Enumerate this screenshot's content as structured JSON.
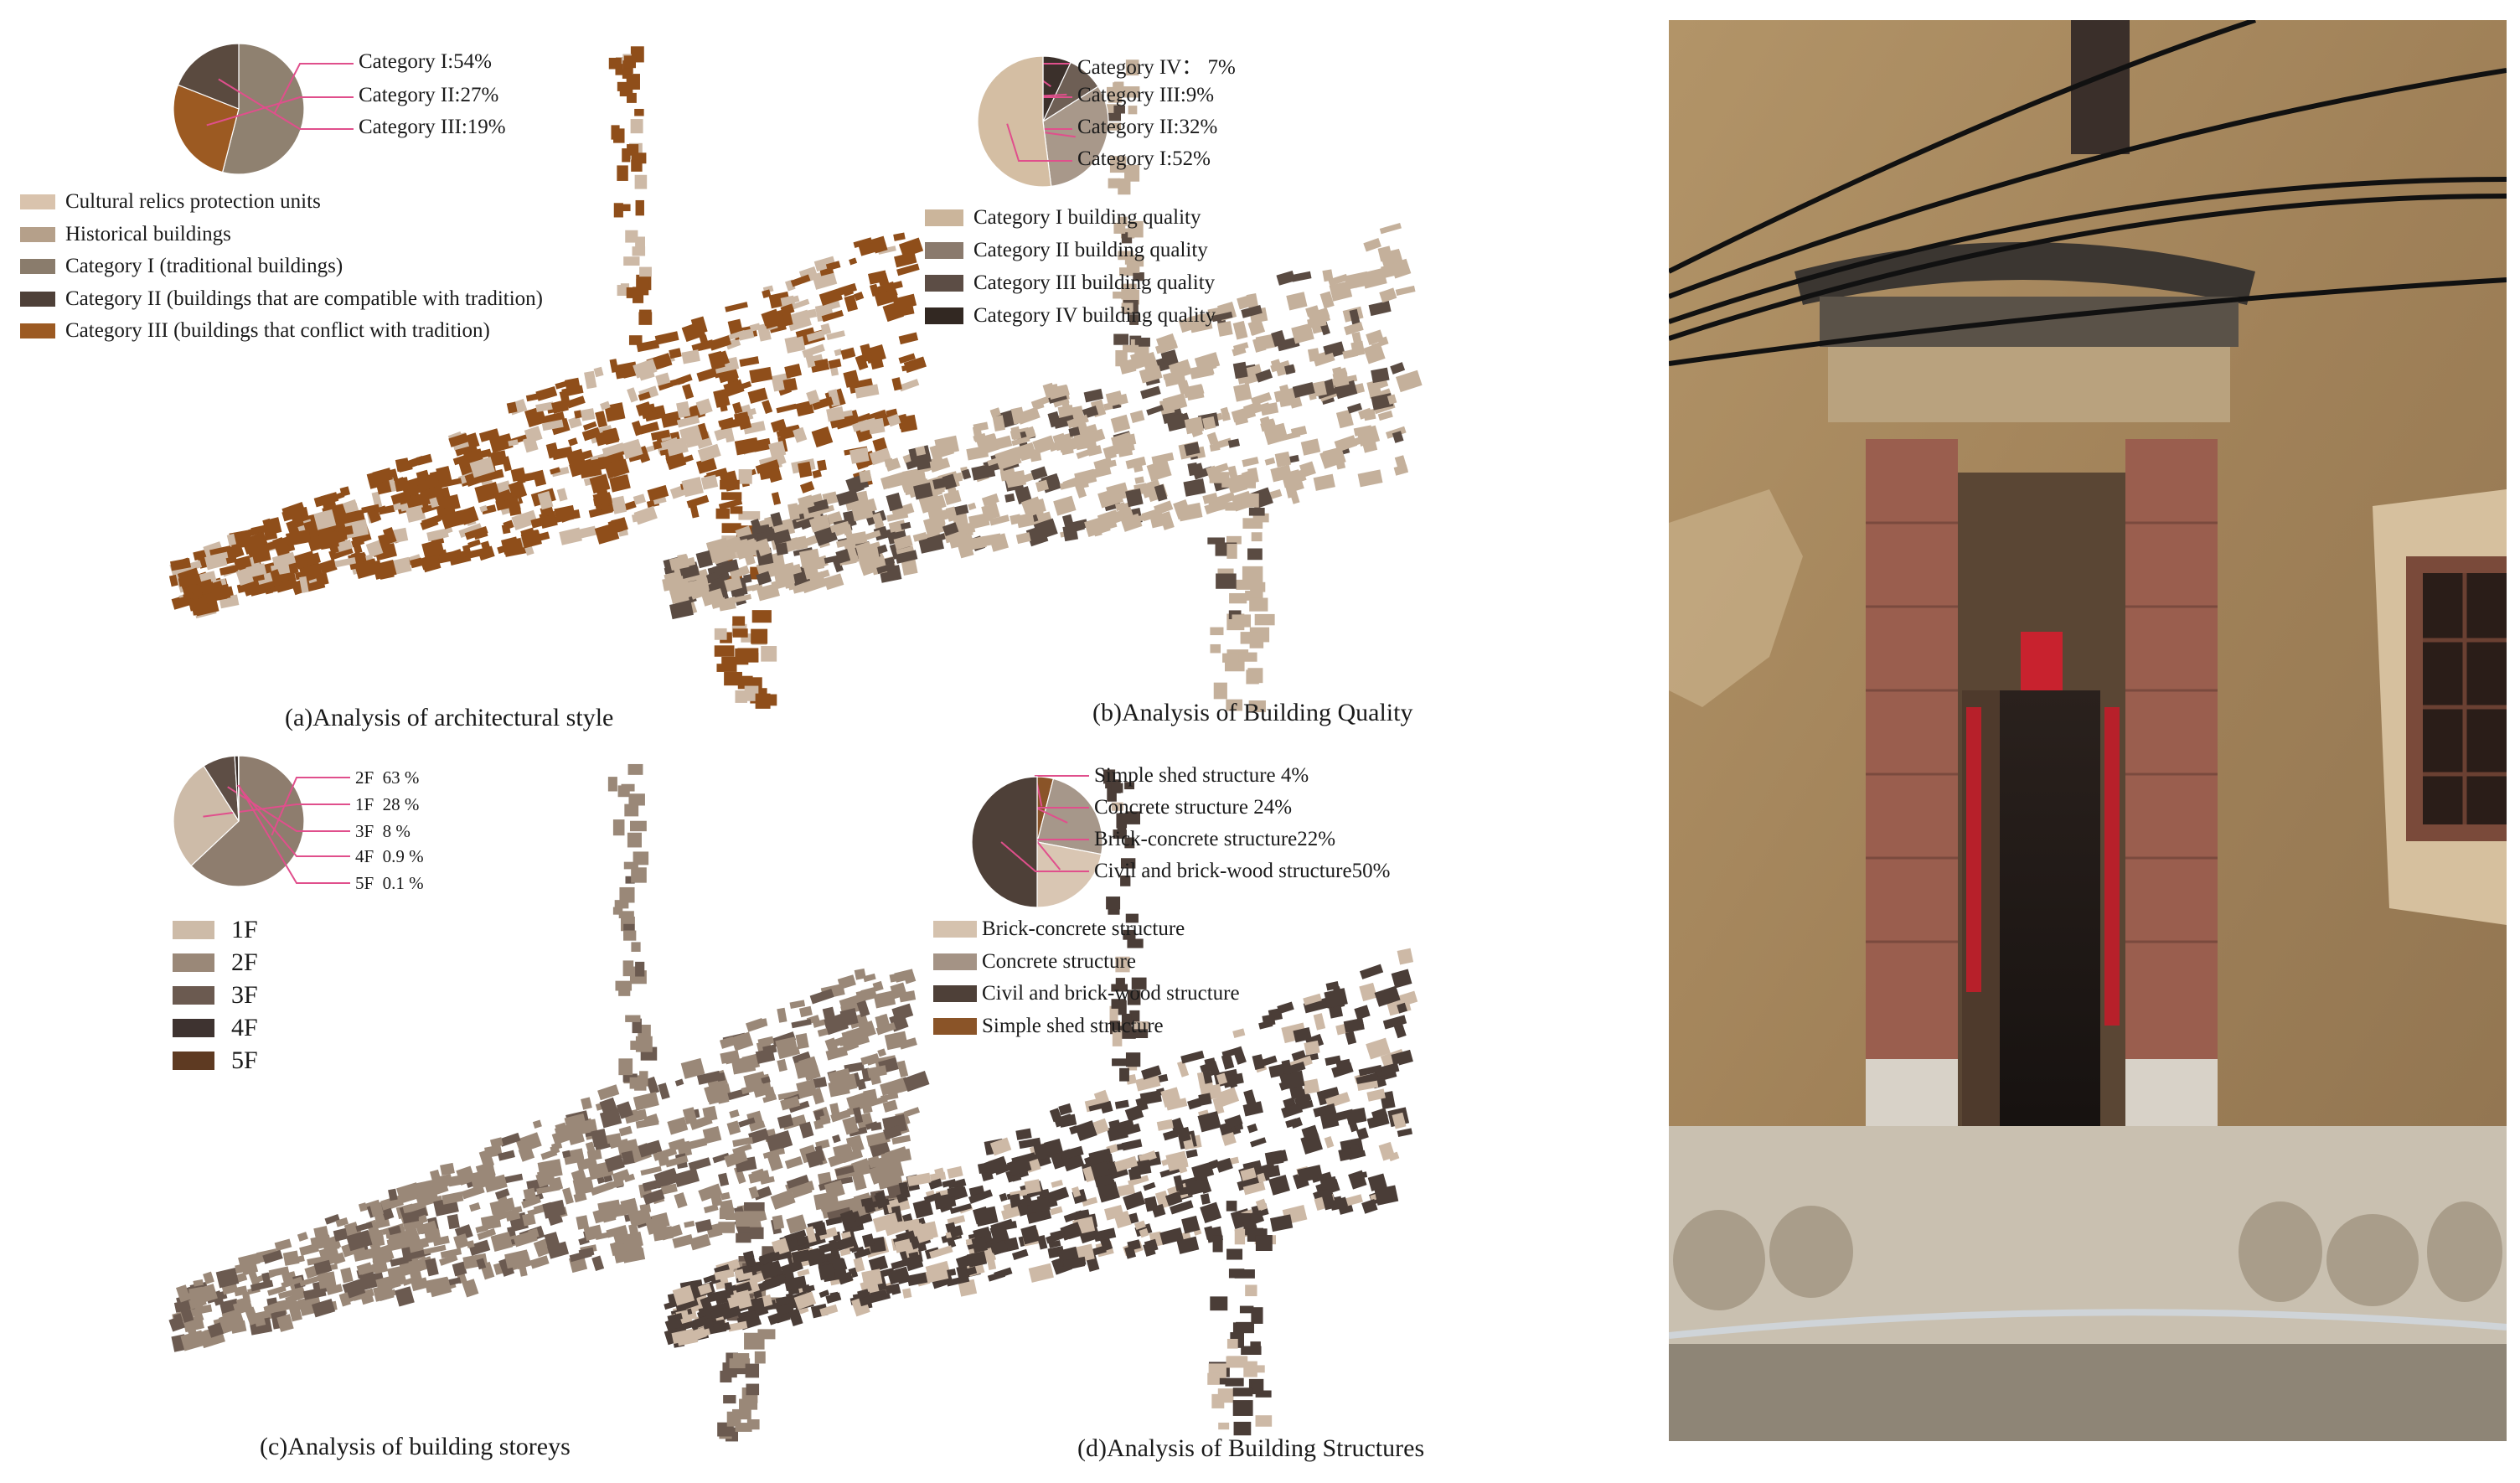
{
  "panels": [
    {
      "key": "a",
      "caption": "(a)Analysis of architectural style",
      "map_fill": "#8f4e1a",
      "map_alt": "#cdb9a6",
      "pie": {
        "slices": [
          {
            "label": "Category I:54%",
            "value": 54,
            "color": "#8f8170"
          },
          {
            "label": "Category II:27%",
            "value": 27,
            "color": "#9c5a22"
          },
          {
            "label": "Category III:19%",
            "value": 19,
            "color": "#5a4a3f"
          }
        ]
      },
      "legend": [
        {
          "label": "Cultural relics protection units",
          "color": "#d9c3ad"
        },
        {
          "label": "Historical buildings",
          "color": "#b5a08a"
        },
        {
          "label": "Category I (traditional buildings)",
          "color": "#8a7c6c"
        },
        {
          "label": "Category II (buildings that are compatible with tradition)",
          "color": "#4e4038"
        },
        {
          "label": "Category III (buildings that conflict with tradition)",
          "color": "#9c5a22"
        }
      ]
    },
    {
      "key": "b",
      "caption": "(b)Analysis of Building Quality",
      "map_fill": "#c4b09b",
      "map_alt": "#5a4b42",
      "pie": {
        "slices": [
          {
            "label": "Category IV： 7%",
            "value": 7,
            "color": "#3b302b"
          },
          {
            "label": "Category III:9%",
            "value": 9,
            "color": "#6e5f55"
          },
          {
            "label": "Category II:32%",
            "value": 32,
            "color": "#a8988a"
          },
          {
            "label": "Category I:52%",
            "value": 52,
            "color": "#d4bea3"
          }
        ]
      },
      "legend": [
        {
          "label": "Category I building quality",
          "color": "#cbb59b"
        },
        {
          "label": "Category II building quality",
          "color": "#8a7a6d"
        },
        {
          "label": "Category III building quality",
          "color": "#5c4d45"
        },
        {
          "label": "Category IV building quality",
          "color": "#322822"
        }
      ]
    },
    {
      "key": "c",
      "caption": "(c)Analysis of building storeys",
      "map_fill": "#9a8878",
      "map_alt": "#6b5a50",
      "pie": {
        "slices": [
          {
            "label": "2F  63 %",
            "value": 63,
            "color": "#8e7d6e"
          },
          {
            "label": "1F  28 %",
            "value": 28,
            "color": "#cdbba8"
          },
          {
            "label": "3F  8 %",
            "value": 8,
            "color": "#5e4e45"
          },
          {
            "label": "4F  0.9 %",
            "value": 0.9,
            "color": "#3b302b"
          },
          {
            "label": "5F  0.1 %",
            "value": 0.1,
            "color": "#6a3d1e"
          }
        ]
      },
      "legend": [
        {
          "label": "1F",
          "color": "#cdbba8"
        },
        {
          "label": "2F",
          "color": "#9a8878"
        },
        {
          "label": "3F",
          "color": "#6b5a50"
        },
        {
          "label": "4F",
          "color": "#3e3330"
        },
        {
          "label": "5F",
          "color": "#5e3a22"
        }
      ]
    },
    {
      "key": "d",
      "caption": "(d)Analysis of Building Structures",
      "map_fill": "#4a3d37",
      "map_alt": "#cdb9a6",
      "pie": {
        "slices": [
          {
            "label": "Simple shed structure 4%",
            "value": 4,
            "color": "#8a5428"
          },
          {
            "label": "Concrete structure 24%",
            "value": 24,
            "color": "#a6978a"
          },
          {
            "label": "Brick-concrete structure22%",
            "value": 22,
            "color": "#d9c6b3"
          },
          {
            "label": "Civil and brick-wood structure50%",
            "value": 50,
            "color": "#4e4038"
          }
        ]
      },
      "legend": [
        {
          "label": "Brick-concrete structure",
          "color": "#d5c2ae"
        },
        {
          "label": "Concrete structure",
          "color": "#a49385"
        },
        {
          "label": "Civil and brick-wood structure",
          "color": "#4e4038"
        },
        {
          "label": "Simple shed structure",
          "color": "#8a5428"
        }
      ]
    }
  ],
  "colors": {
    "leader_line": "#e04f8c",
    "wall": "#a88a5e",
    "door_frame": "#9a5e4e",
    "stone": "#d8d2c8",
    "couplet": "#b7202a"
  },
  "photo": {
    "subject": "traditional-doorway-photo"
  }
}
